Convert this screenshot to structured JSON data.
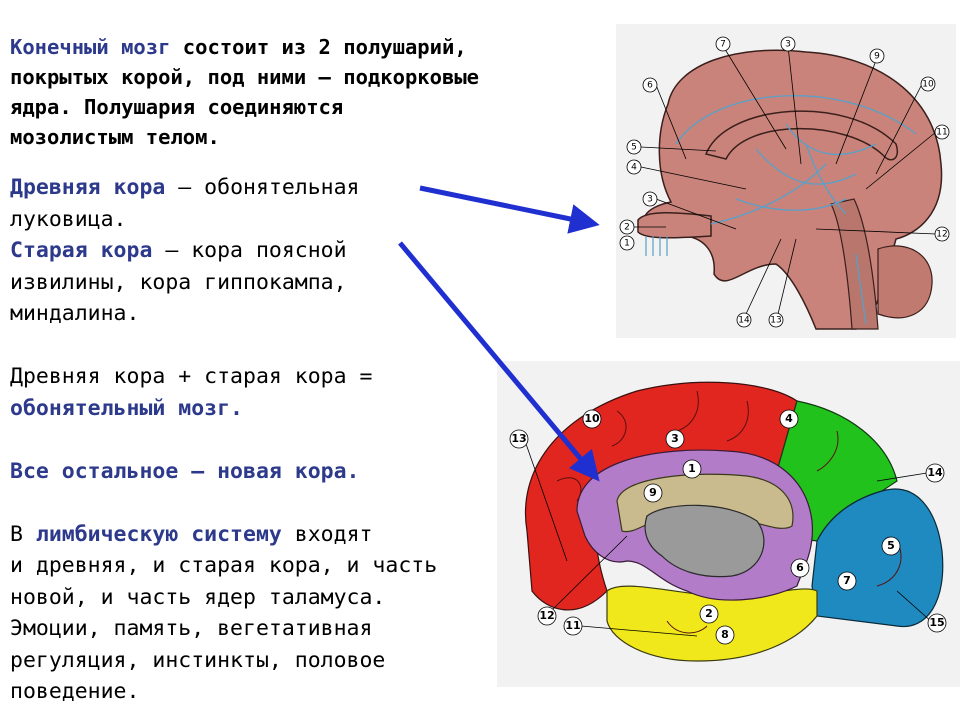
{
  "intro": {
    "line1_bold_blue": "Конечный мозг",
    "line1_rest": " состоит из 2 полушарий,",
    "line2": "покрытых корой, под ними – подкорковые",
    "line3": "ядра. Полушария соединяются",
    "line4": "мозолистым телом."
  },
  "ancient_cortex": {
    "term": "Древняя кора",
    "line1_rest": " – обонятельная",
    "line2": "луковица."
  },
  "old_cortex": {
    "term": "Старая кора",
    "line1_rest": " – кора поясной",
    "line2": "извилины, кора гиппокампа,",
    "line3": "миндалина."
  },
  "olfactory": {
    "line1": "Древняя кора + старая кора =",
    "line2_bold": "обонятельный мозг."
  },
  "new_cortex": {
    "text": "Все остальное – новая кора."
  },
  "limbic": {
    "prefix": "В ",
    "term": "лимбическую систему",
    "line1_rest": " входят",
    "line2": "и древняя, и старая кора, и часть",
    "line3": "новой, и часть ядер таламуса.",
    "line4": "Эмоции, память, вегетативная",
    "line5": "регуляция, инстинкты, половое",
    "line6": "поведение."
  },
  "top_figure": {
    "labels": [
      "7",
      "3",
      "9",
      "6",
      "10",
      "5",
      "11",
      "4",
      "3",
      "2",
      "12",
      "1",
      "14",
      "13"
    ],
    "colors": {
      "brain": "#c9837a",
      "outline": "#3a1f1c",
      "tracts": "#5aa0c8"
    }
  },
  "bottom_figure": {
    "labels": [
      "10",
      "4",
      "13",
      "3",
      "1",
      "14",
      "9",
      "5",
      "6",
      "7",
      "2",
      "12",
      "11",
      "8",
      "15"
    ],
    "colors": {
      "red": "#e0261f",
      "green": "#22c21d",
      "blue": "#1f8ac0",
      "yellow": "#f0e81a",
      "purple": "#b27cc8",
      "tan": "#c9bb8e",
      "gray": "#9a9a9a"
    }
  },
  "colors": {
    "accent_blue": "#2d3a8c",
    "arrow": "#1f2fd0"
  }
}
